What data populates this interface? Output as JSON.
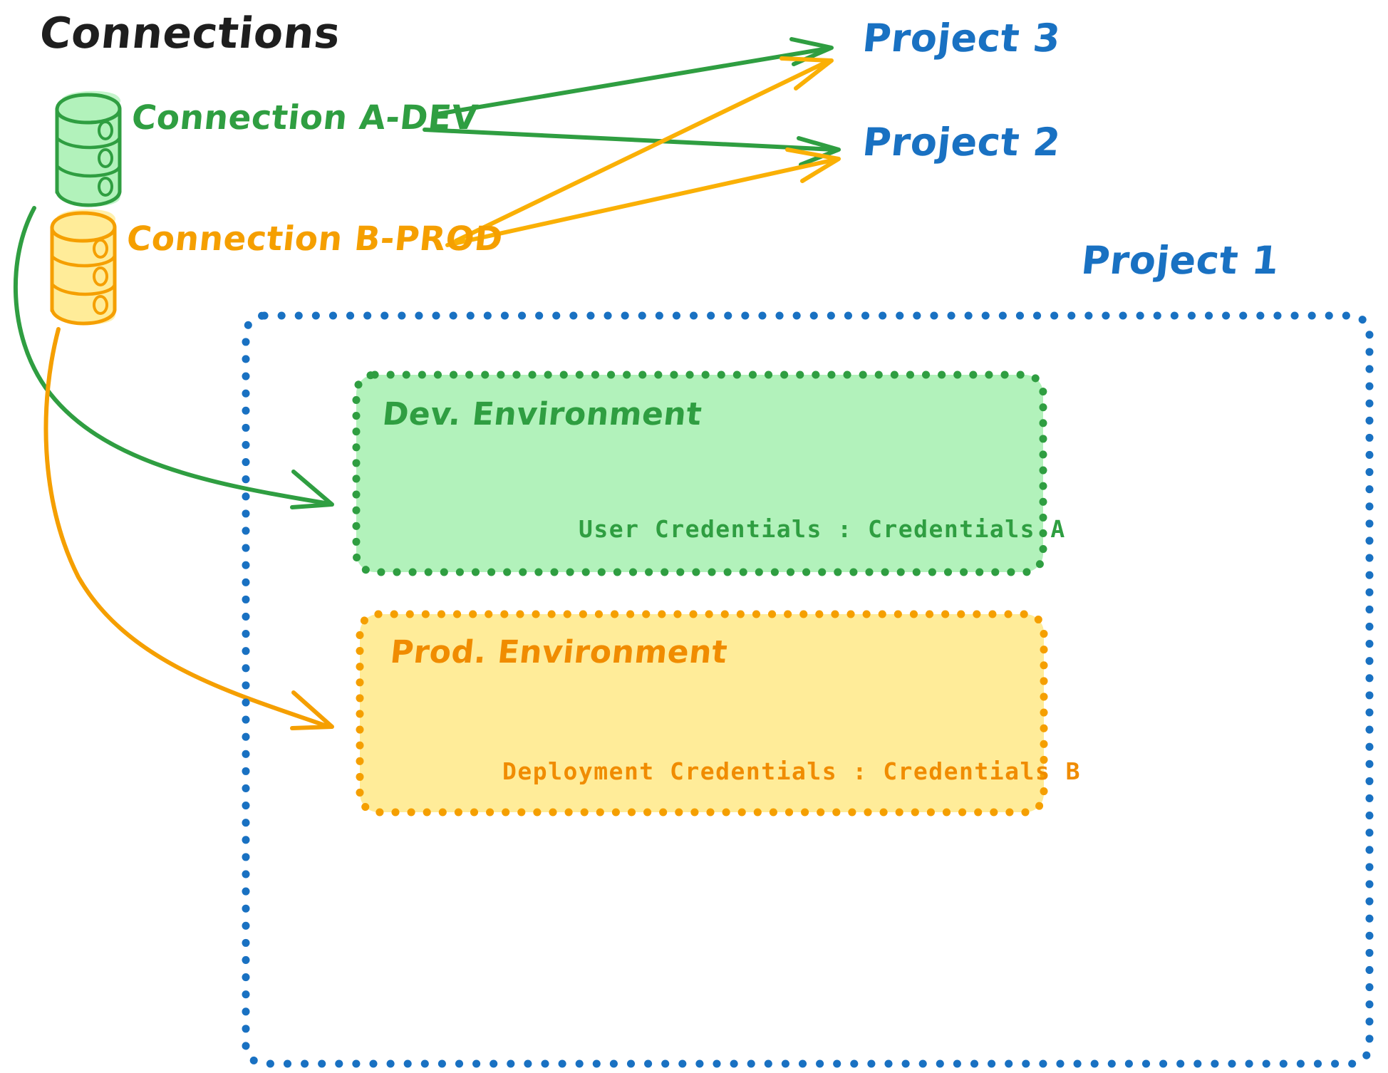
{
  "diagram": {
    "title": "Connections",
    "title_color": "#1e1e1e",
    "colors": {
      "dev_green": "#2f9e41",
      "dev_green_fill": "#b2f2bb",
      "prod_orange": "#f08c00",
      "prod_orange_stroke": "#f59f00",
      "prod_orange_fill": "#ffec99",
      "project_blue": "#1971c2",
      "background": "#ffffff"
    },
    "connections": [
      {
        "id": "connection-a-dev",
        "label": "Connection A-DEV",
        "icon": "database-cylinder-icon",
        "color": "#2f9e41",
        "fill": "#b2f2bb"
      },
      {
        "id": "connection-b-prod",
        "label": "Connection B-PROD",
        "icon": "database-cylinder-icon",
        "color": "#f59f00",
        "fill": "#ffec99"
      }
    ],
    "projects": [
      {
        "id": "project-3",
        "label": "Project 3",
        "color": "#1971c2"
      },
      {
        "id": "project-2",
        "label": "Project 2",
        "color": "#1971c2"
      },
      {
        "id": "project-1",
        "label": "Project 1",
        "color": "#1971c2"
      }
    ],
    "project1_container": {
      "border_style": "dotted",
      "border_color": "#1971c2",
      "environments": [
        {
          "id": "dev-environment",
          "title": "Dev. Environment",
          "credentials_label": "User Credentials",
          "credentials_separator": ":",
          "credentials_value": "Credentials A",
          "credentials_line": "User Credentials : Credentials A",
          "border_color": "#2f9e41",
          "fill_color": "#b2f2bb",
          "text_color": "#2f9e41"
        },
        {
          "id": "prod-environment",
          "title": "Prod. Environment",
          "credentials_label": "Deployment Credentials",
          "credentials_separator": ":",
          "credentials_value": "Credentials B",
          "credentials_line": "Deployment Credentials : Credentials B",
          "border_color": "#f59f00",
          "fill_color": "#ffec99",
          "text_color": "#f08c00"
        }
      ]
    },
    "arrows": [
      {
        "id": "arrow-a-dev-to-project-3",
        "from": "connection-a-dev",
        "to": "project-3",
        "color": "#2f9e41"
      },
      {
        "id": "arrow-a-dev-to-project-2",
        "from": "connection-a-dev",
        "to": "project-2",
        "color": "#2f9e41"
      },
      {
        "id": "arrow-a-dev-to-dev-environment",
        "from": "connection-a-dev",
        "to": "dev-environment",
        "color": "#2f9e41"
      },
      {
        "id": "arrow-b-prod-to-project-3",
        "from": "connection-b-prod",
        "to": "project-3",
        "color": "#f59f00"
      },
      {
        "id": "arrow-b-prod-to-project-2",
        "from": "connection-b-prod",
        "to": "project-2",
        "color": "#f59f00"
      },
      {
        "id": "arrow-b-prod-to-prod-environment",
        "from": "connection-b-prod",
        "to": "prod-environment",
        "color": "#f59f00"
      }
    ]
  }
}
